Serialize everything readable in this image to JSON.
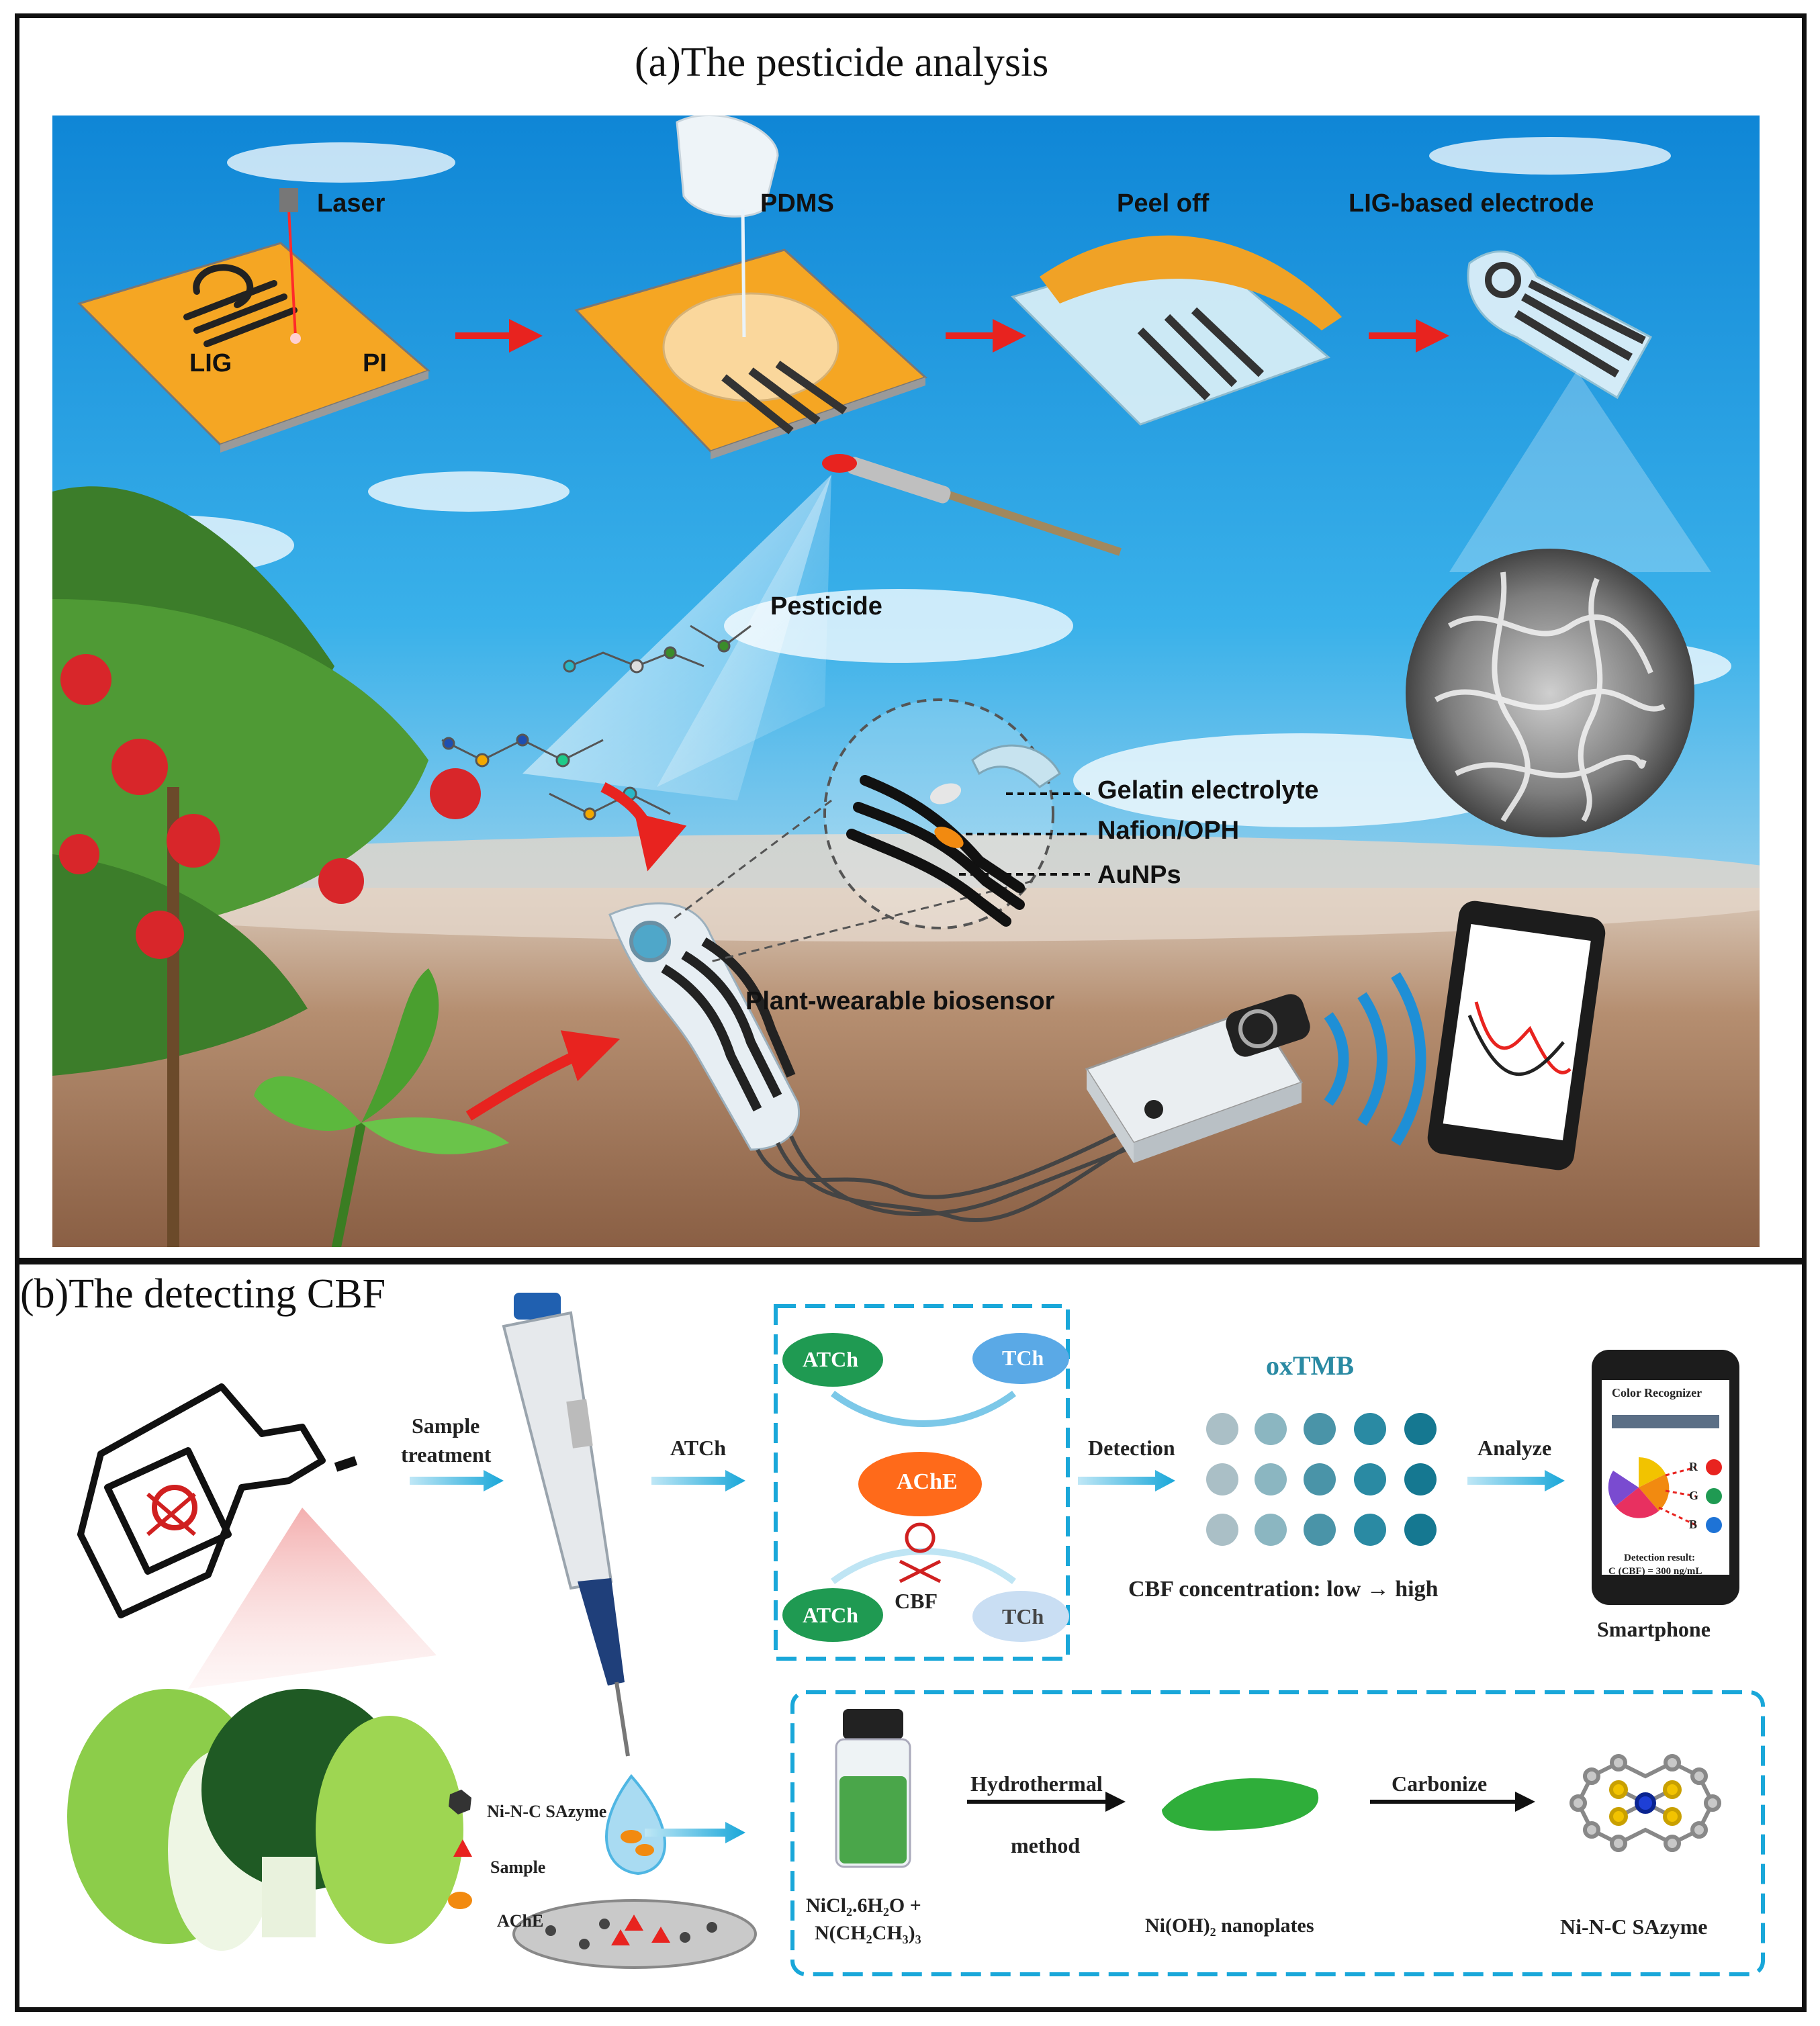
{
  "panel_a": {
    "title": "(a)The pesticide analysis",
    "steps": {
      "laser": "Laser",
      "pdms": "PDMS",
      "peel_off": "Peel off",
      "lig_electrode": "LIG-based electrode"
    },
    "substrate_labels": {
      "lig": "LIG",
      "pi": "PI"
    },
    "pesticide": "Pesticide",
    "layers": [
      "Gelatin electrolyte",
      "Nafion/OPH",
      "AuNPs"
    ],
    "biosensor": "Plant-wearable biosensor"
  },
  "panel_b": {
    "title": "(b)The detecting CBF",
    "sample_treatment": [
      "Sample",
      "treatment"
    ],
    "atch_arrow": "ATCh",
    "reaction": {
      "atch": "ATCh",
      "tch": "TCh",
      "ache": "AChE",
      "cbf": "CBF"
    },
    "detection": "Detection",
    "oxtmb": "oxTMB",
    "concentration": "CBF  concentration: low → high",
    "analyze": "Analyze",
    "phone": {
      "app_title": "Color Recognizer",
      "channels": [
        "R",
        "G",
        "B"
      ],
      "result_line1": "Detection result:",
      "result_line2": "C (CBF) = 300 ng/mL",
      "caption": "Smartphone"
    },
    "legend": [
      "Ni-N-C SAzyme",
      "Sample",
      "AChE"
    ],
    "synthesis": {
      "reagent_line1": "NiCl₂.6H₂O +",
      "reagent_line2": "N(CH₂CH₃)₃",
      "step1_line1": "Hydrothermal",
      "step1_line2": "method",
      "intermediate": "Ni(OH)₂ nanoplates",
      "step2": "Carbonize",
      "product": "Ni-N-C SAzyme"
    },
    "colors": {
      "accent_blue": "#19a7d9",
      "green_cloud": "#1f9a52",
      "orange_cloud": "#ff6a1a",
      "tmb_dark": "#157891"
    }
  }
}
